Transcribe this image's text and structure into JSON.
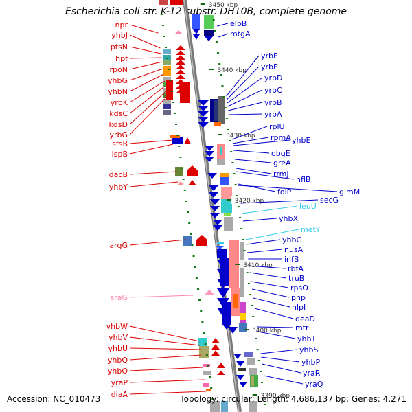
{
  "title": "Escherichia coli str. K-12 substr. DH10B, complete genome",
  "accession": "Accession: NC_010473",
  "summary": "Topology: circular; Length: 4,686,137 bp; Genes: 4,271",
  "colors": {
    "left_strand_label": "#dd0000",
    "right_strand_label": "#0000cc",
    "rna_label": "#33ccee",
    "srna_label": "#ff88aa",
    "backbone": "#888888"
  },
  "scale": [
    {
      "label": "3450 kbp"
    },
    {
      "label": "3440 kbp"
    },
    {
      "label": "3430 kbp"
    },
    {
      "label": "3420 kbp"
    },
    {
      "label": "3410 kbp"
    },
    {
      "label": "3400 kbp"
    },
    {
      "label": "3390 kbp"
    }
  ],
  "left_genes": [
    {
      "name": "npr",
      "color": "#dd0000"
    },
    {
      "name": "yhbJ",
      "color": "#dd0000"
    },
    {
      "name": "ptsN",
      "color": "#dd0000"
    },
    {
      "name": "hpf",
      "color": "#dd0000"
    },
    {
      "name": "rpoN",
      "color": "#dd0000"
    },
    {
      "name": "yhbG",
      "color": "#dd0000"
    },
    {
      "name": "yhbN",
      "color": "#dd0000"
    },
    {
      "name": "yrbK",
      "color": "#dd0000"
    },
    {
      "name": "kdsC",
      "color": "#dd0000"
    },
    {
      "name": "kdsD",
      "color": "#dd0000"
    },
    {
      "name": "yrbG",
      "color": "#dd0000"
    },
    {
      "name": "sfsB",
      "color": "#dd0000"
    },
    {
      "name": "ispB",
      "color": "#dd0000"
    },
    {
      "name": "dacB",
      "color": "#dd0000"
    },
    {
      "name": "yhbY",
      "color": "#dd0000"
    },
    {
      "name": "argG",
      "color": "#dd0000"
    },
    {
      "name": "sraG",
      "color": "#ff88aa"
    },
    {
      "name": "yhbW",
      "color": "#dd0000"
    },
    {
      "name": "yhbV",
      "color": "#dd0000"
    },
    {
      "name": "yhbU",
      "color": "#dd0000"
    },
    {
      "name": "yhbQ",
      "color": "#dd0000"
    },
    {
      "name": "yhbO",
      "color": "#dd0000"
    },
    {
      "name": "yraP",
      "color": "#dd0000"
    },
    {
      "name": "diaA",
      "color": "#dd0000"
    }
  ],
  "right_genes": [
    {
      "name": "elbB",
      "color": "#0000cc"
    },
    {
      "name": "mtgA",
      "color": "#0000cc"
    },
    {
      "name": "yrbF",
      "color": "#0000cc"
    },
    {
      "name": "yrbE",
      "color": "#0000cc"
    },
    {
      "name": "yrbD",
      "color": "#0000cc"
    },
    {
      "name": "yrbC",
      "color": "#0000cc"
    },
    {
      "name": "yrbB",
      "color": "#0000cc"
    },
    {
      "name": "yrbA",
      "color": "#0000cc"
    },
    {
      "name": "rplU",
      "color": "#0000cc"
    },
    {
      "name": "rpmA",
      "color": "#0000cc"
    },
    {
      "name": "yhbE",
      "color": "#0000cc"
    },
    {
      "name": "obgE",
      "color": "#0000cc"
    },
    {
      "name": "greA",
      "color": "#0000cc"
    },
    {
      "name": "rrmJ",
      "color": "#0000cc"
    },
    {
      "name": "hflB",
      "color": "#0000cc"
    },
    {
      "name": "folP",
      "color": "#0000cc"
    },
    {
      "name": "glmM",
      "color": "#0000cc"
    },
    {
      "name": "secG",
      "color": "#0000cc"
    },
    {
      "name": "leuU",
      "color": "#33ccee"
    },
    {
      "name": "yhbX",
      "color": "#0000cc"
    },
    {
      "name": "metY",
      "color": "#33ccee"
    },
    {
      "name": "yhbC",
      "color": "#0000cc"
    },
    {
      "name": "nusA",
      "color": "#0000cc"
    },
    {
      "name": "infB",
      "color": "#0000cc"
    },
    {
      "name": "rbfA",
      "color": "#0000cc"
    },
    {
      "name": "truB",
      "color": "#0000cc"
    },
    {
      "name": "rpsO",
      "color": "#0000cc"
    },
    {
      "name": "pnp",
      "color": "#0000cc"
    },
    {
      "name": "nlpI",
      "color": "#0000cc"
    },
    {
      "name": "deaD",
      "color": "#0000cc"
    },
    {
      "name": "mtr",
      "color": "#0000cc"
    },
    {
      "name": "yhbT",
      "color": "#0000cc"
    },
    {
      "name": "yhbS",
      "color": "#0000cc"
    },
    {
      "name": "yhbP",
      "color": "#0000cc"
    },
    {
      "name": "yraR",
      "color": "#0000cc"
    },
    {
      "name": "yraQ",
      "color": "#0000cc"
    }
  ]
}
